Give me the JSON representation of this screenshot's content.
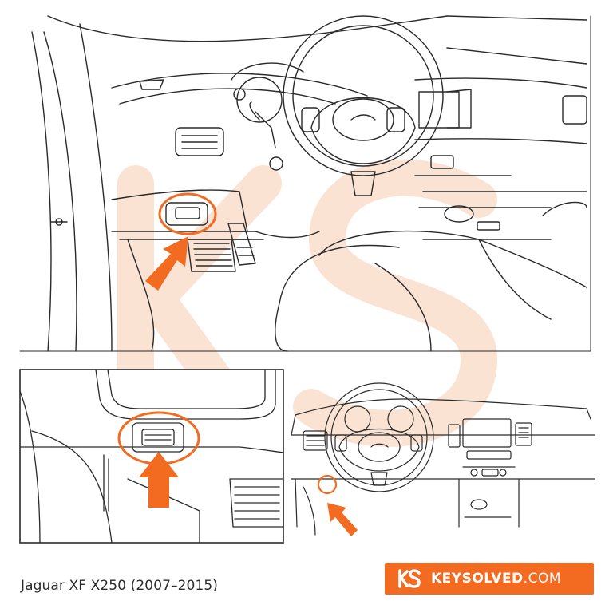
{
  "caption": "Jaguar XF X250 (2007–2015)",
  "brand": {
    "name": "KEYSOLVED",
    "tld": ".COM",
    "color": "#f26b21"
  },
  "colors": {
    "accent": "#f26b21",
    "line": "#2a2a2a",
    "watermark": "#fbe3d4"
  },
  "icons": {
    "brand_logo": "ks-logo-icon",
    "arrow": "arrow-icon"
  }
}
